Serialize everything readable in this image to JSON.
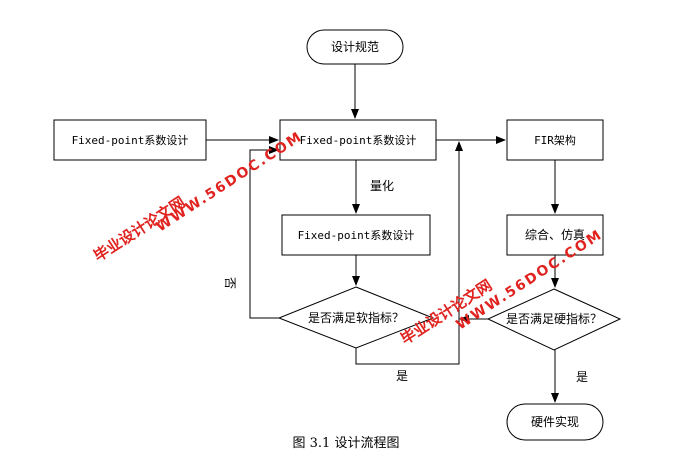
{
  "nodes": {
    "spec": "设计规范",
    "fixed_left": "Fixed-point系数设计",
    "fixed_main": "Fixed-point系数设计",
    "fixed_quant": "Fixed-point系数设计",
    "fir": "FIR架构",
    "synth": "综合、仿真",
    "soft_check": "是否满足软指标？",
    "hard_check": "是否满足硬指标？",
    "hw": "硬件实现"
  },
  "edge_labels": {
    "quantize": "量化",
    "no": "否",
    "yes_bottom": "是",
    "yes_right": "是"
  },
  "caption": "图 3.1    设计流程图",
  "watermarks": {
    "cn": "毕业设计论文网",
    "url": "WWW.56DOC.COM"
  },
  "colors": {
    "stroke": "#000000",
    "watermark": "#e0231f"
  }
}
